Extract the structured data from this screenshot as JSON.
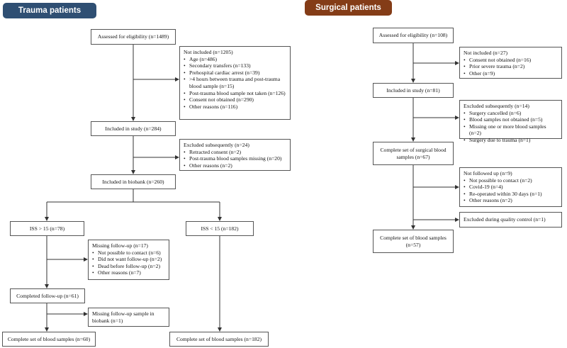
{
  "colors": {
    "trauma_header": "#2f4f73",
    "surgical_header": "#843c17"
  },
  "trauma": {
    "header": "Trauma patients",
    "assessed": "Assessed for eligibility (n=1489)",
    "not_included": {
      "title": "Not included (n=1205)",
      "items": [
        "Age (n=486)",
        "Secondary transfers (n=133)",
        "Prehospital cardiac arrest (n=39)",
        ">4 hours between trauma and post-trauma blood sample (n=15)",
        "Post-trauma blood sample not taken (n=126)",
        "Consent not obtained (n=290)",
        "Other reasons (n=116)"
      ]
    },
    "included": "Included in study (n=284)",
    "excluded": {
      "title": "Excluded subsequently (n=24)",
      "items": [
        "Retracted consent (n=2)",
        "Post-trauma blood samples missing (n=20)",
        "Other reasons (n=2)"
      ]
    },
    "biobank": "Included in biobank (n=260)",
    "iss_high": "ISS > 15 (n=78)",
    "iss_low": "ISS < 15 (n=182)",
    "missing_followup": {
      "title": "Missing follow-up (n=17)",
      "items": [
        "Not possible to contact (n=6)",
        "Did not want follow-up (n=2)",
        "Dead before follow-up (n=2)",
        "Other reasons (n=7)"
      ]
    },
    "completed_followup": "Completed follow-up (n=61)",
    "missing_sample": "Missing follow-up sample in biobank (n=1)",
    "complete_left": "Complete set of blood samples (n=60)",
    "complete_right": "Complete set of blood samples (n=182)"
  },
  "surgical": {
    "header": "Surgical patients",
    "assessed": "Assessed for eligibility (n=108)",
    "not_included": {
      "title": "Not included (n=27)",
      "items": [
        "Consent not obtained (n=16)",
        "Prior severe trauma (n=2)",
        "Other (n=9)"
      ]
    },
    "included": "Included in study (n=81)",
    "excluded": {
      "title": "Excluded subsequently (n=14)",
      "items": [
        "Surgery cancelled (n=6)",
        "Blood samples not obtained (n=5)",
        "Missing one or more blood samples (n=2)",
        "Surgery due to trauma (n=1)"
      ]
    },
    "complete_surgical": "Complete set of surgical blood samples (n=67)",
    "not_followed": {
      "title": "Not followed up (n=9)",
      "items": [
        "Not possible to contact (n=2)",
        "Covid-19 (n=4)",
        "Re-operated within 30 days (n=1)",
        "Other reasons (n=2)"
      ]
    },
    "qc_excluded": "Excluded during quality control (n=1)",
    "complete": "Complete set of blood samples (n=57)"
  }
}
